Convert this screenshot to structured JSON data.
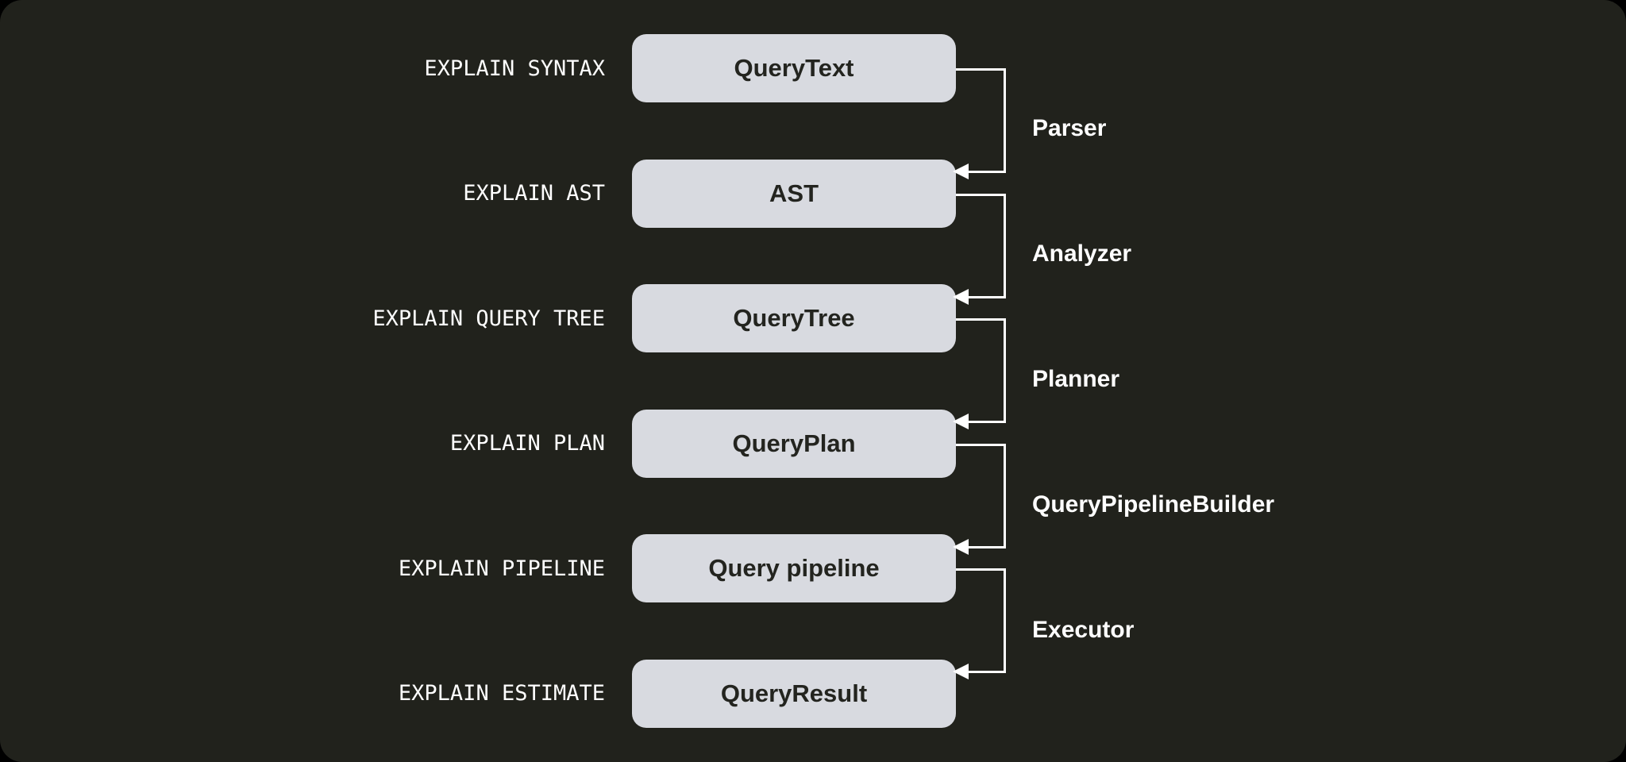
{
  "diagram": {
    "stages": [
      {
        "explain_label": "EXPLAIN SYNTAX",
        "box_label": "QueryText"
      },
      {
        "explain_label": "EXPLAIN AST",
        "box_label": "AST"
      },
      {
        "explain_label": "EXPLAIN QUERY TREE",
        "box_label": "QueryTree"
      },
      {
        "explain_label": "EXPLAIN PLAN",
        "box_label": "QueryPlan"
      },
      {
        "explain_label": "EXPLAIN PIPELINE",
        "box_label": "Query pipeline"
      },
      {
        "explain_label": "EXPLAIN ESTIMATE",
        "box_label": "QueryResult"
      }
    ],
    "transitions": [
      {
        "label": "Parser"
      },
      {
        "label": "Analyzer"
      },
      {
        "label": "Planner"
      },
      {
        "label": "QueryPipelineBuilder"
      },
      {
        "label": "Executor"
      }
    ],
    "colors": {
      "background": "#21221C",
      "node_fill": "#D8DAE0",
      "node_text": "#23241F",
      "label_text": "#FFFFFF",
      "connector": "#FFFFFF"
    }
  }
}
